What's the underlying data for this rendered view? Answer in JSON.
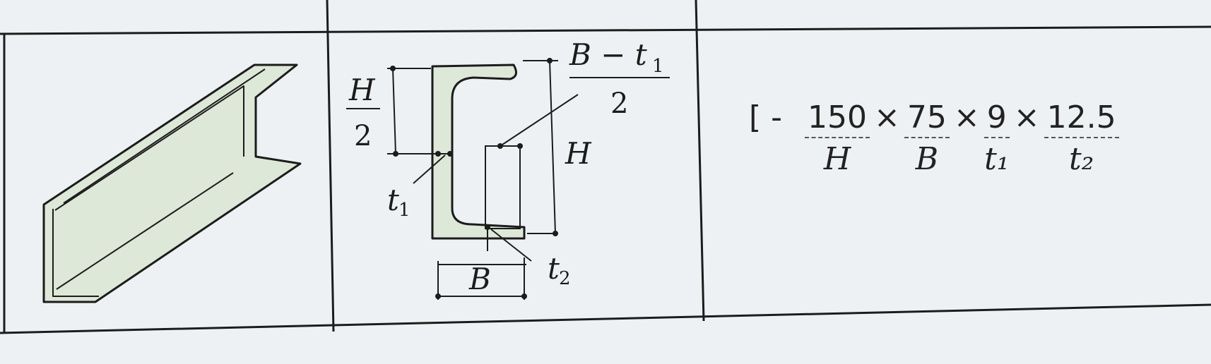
{
  "diagram": {
    "labels": {
      "h_half_num": "H",
      "h_half_den": "2",
      "b_minus_t1": "B − t",
      "b_minus_t1_sub": "1",
      "b_minus_t1_den": "2",
      "h": "H",
      "t1": "t",
      "t1_sub": "1",
      "t2": "t",
      "t2_sub": "2",
      "b": "B"
    }
  },
  "spec": {
    "prefix": "[ -",
    "items": [
      {
        "value": "150",
        "symbol": "H"
      },
      {
        "value": "75",
        "symbol": "B"
      },
      {
        "value": "9",
        "symbol": "t₁"
      },
      {
        "value": "12.5",
        "symbol": "t₂"
      }
    ],
    "separator": "×"
  },
  "colors": {
    "section_fill": "#dde8d8",
    "line": "#1c1c1c",
    "background": "#eef1f3"
  }
}
